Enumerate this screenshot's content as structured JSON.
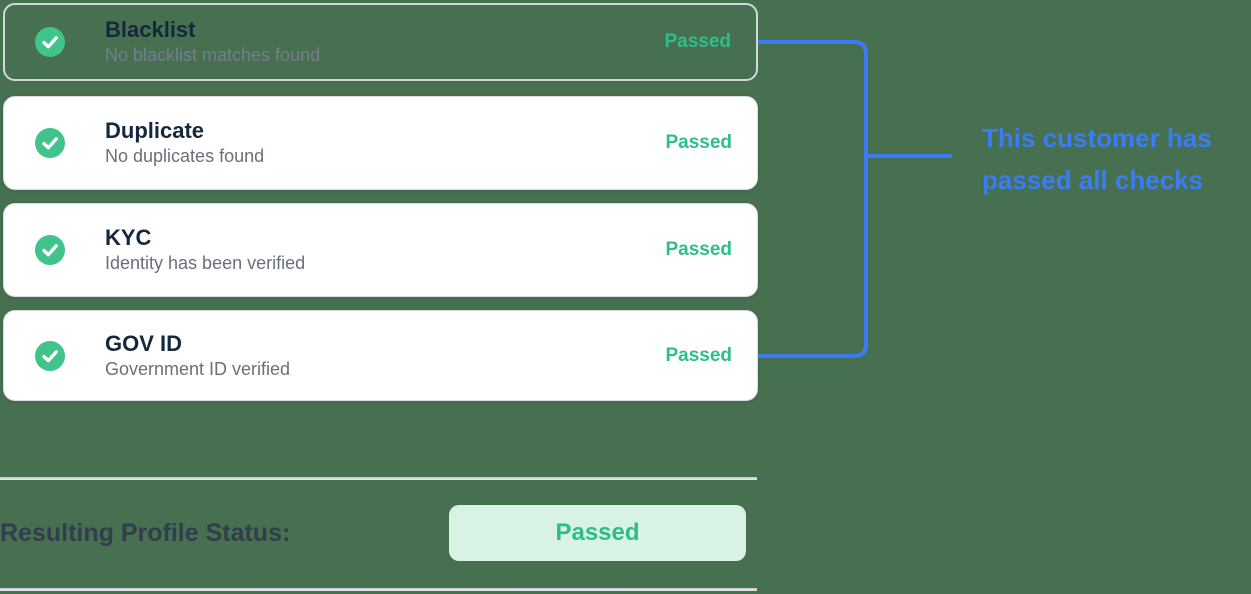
{
  "panel": {
    "checks": [
      {
        "title": "Blacklist",
        "subtitle": "No blacklist matches found",
        "status": "Passed"
      },
      {
        "title": "Duplicate",
        "subtitle": "No duplicates found",
        "status": "Passed"
      },
      {
        "title": "KYC",
        "subtitle": "Identity has been verified",
        "status": "Passed"
      },
      {
        "title": "GOV ID",
        "subtitle": "Government ID verified",
        "status": "Passed"
      }
    ]
  },
  "annotation": {
    "line1": "This customer has",
    "line2": "passed all checks"
  },
  "result": {
    "label": "Resulting Profile Status:",
    "status": "Passed"
  },
  "icons": {
    "check": "check-circle-icon"
  },
  "colors": {
    "background": "#46704F",
    "accent_blue": "#3B7CF6",
    "status_green": "#2EBE8B",
    "icon_circle_green": "#41C38C",
    "chip_background": "#D8F2E4",
    "card_background": "#FFFFFF",
    "card_border": "#D9DDE0",
    "title_text": "#16283E",
    "subtitle_text": "#68707C",
    "result_label_text": "#323D4D",
    "divider": "#C3C9CD"
  }
}
